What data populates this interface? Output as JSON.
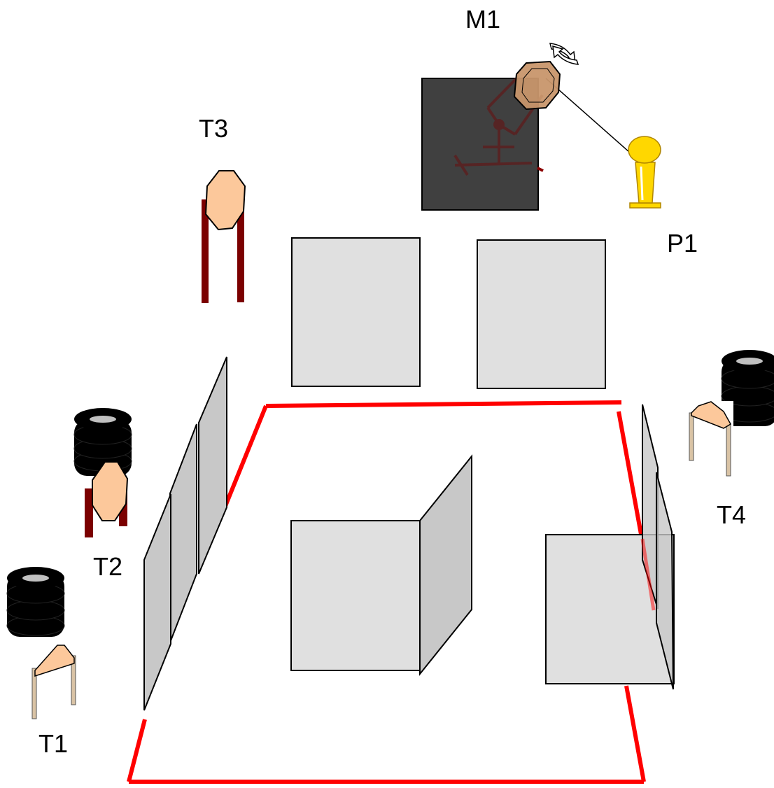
{
  "labels": {
    "m1": "M1",
    "p1": "P1",
    "t1": "T1",
    "t2": "T2",
    "t3": "T3",
    "t4": "T4"
  },
  "colors": {
    "boundary": "#ff0000",
    "panel_front": "#e0e0e0",
    "panel_side": "#c8c8c8",
    "screen_dark": "#404040",
    "target_skin": "#fcc89b",
    "target_brown": "#c8966b",
    "post_dark_red": "#7b0000",
    "post_light": "#d9c3a5",
    "tire_black": "#000000",
    "tire_rim": "#c0c0c0",
    "popper_yellow": "#ffd700"
  },
  "icons": {
    "moving_target": "octagon-swing-target-icon",
    "popper": "popper-target-icon",
    "tire_stack": "tire-stack-icon",
    "rotation": "rotation-arrows-icon"
  }
}
